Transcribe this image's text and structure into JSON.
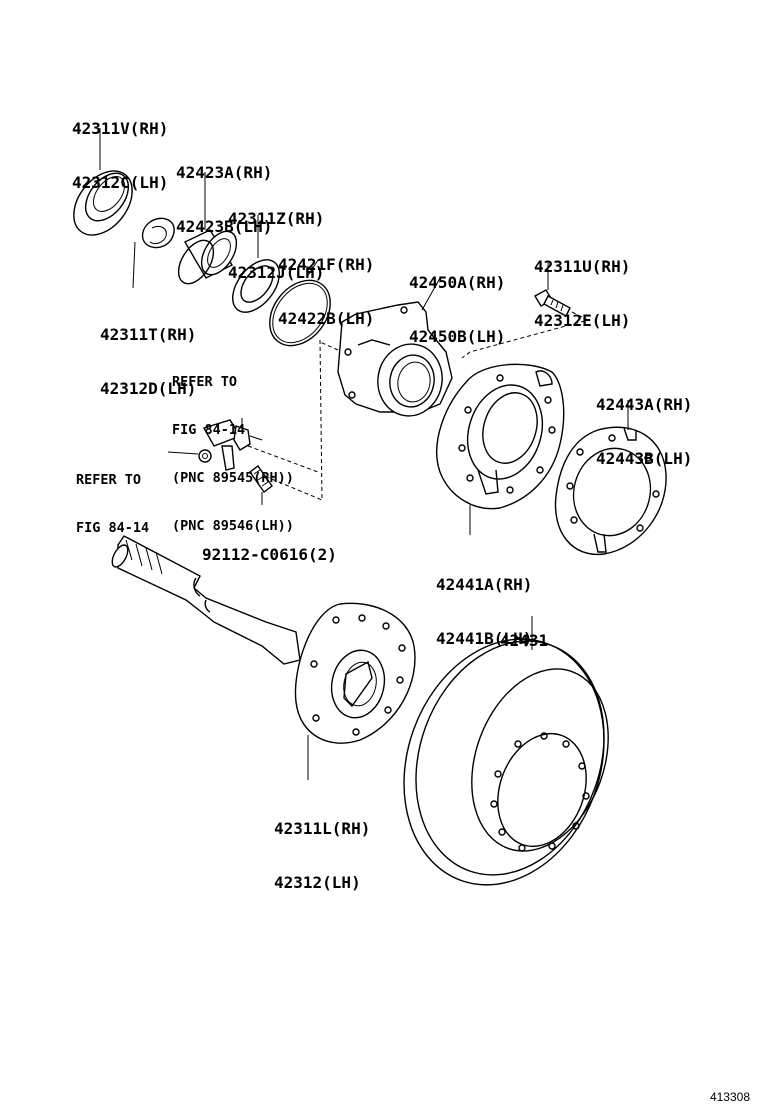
{
  "callouts": {
    "seal": [
      "42311V(RH)",
      "42312C(LH)"
    ],
    "bearing": [
      "42423A(RH)",
      "42423B(LH)"
    ],
    "retainer": [
      "42311Z(RH)",
      "42312J(LH)"
    ],
    "oring": [
      "42421F(RH)",
      "42422B(LH)"
    ],
    "hub": [
      "42450A(RH)",
      "42450B(LH)"
    ],
    "bolt": [
      "42311U(RH)",
      "42312E(LH)"
    ],
    "snap_ring": [
      "42311T(RH)",
      "42312D(LH)"
    ],
    "gasket": [
      "42443A(RH)",
      "42443B(LH)"
    ],
    "backing_plate": [
      "42441A(RH)",
      "42441B(LH)"
    ],
    "disc": [
      "42431"
    ],
    "axle_shaft": [
      "42311L(RH)",
      "42312(LH)"
    ],
    "stud": [
      "92112-C0616(2)"
    ]
  },
  "references": {
    "sensor": [
      "REFER TO",
      "FIG 84-14",
      "(PNC 89545(RH))",
      "(PNC 89546(LH))"
    ],
    "clip": [
      "REFER TO",
      "FIG 84-14"
    ]
  },
  "figure_number": "413308"
}
